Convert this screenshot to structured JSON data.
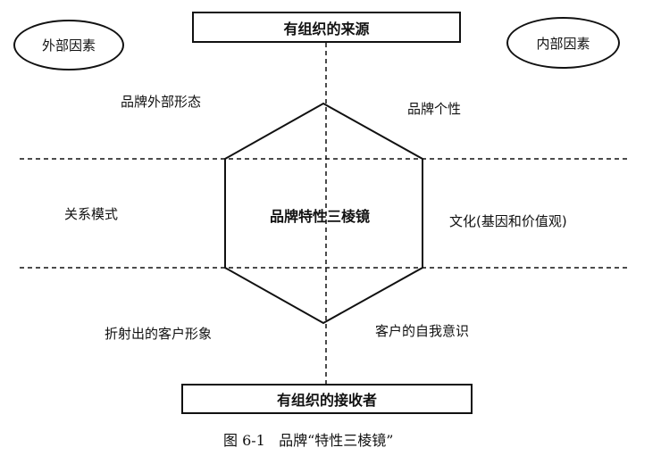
{
  "top_source_box": "有组织的来源",
  "bottom_receiver_box": "有组织的接收者",
  "left_ellipse": "外部因素",
  "right_ellipse": "内部因素",
  "center_label": "品牌特性三棱镜",
  "facets": {
    "physique": "品牌外部形态",
    "personality": "品牌个性",
    "relationship": "关系模式",
    "culture": "文化(基因和价值观)",
    "reflection": "折射出的客户形象",
    "self_image": "客户的自我意识"
  },
  "caption": "图 6-1   品牌“特性三棱镜”"
}
